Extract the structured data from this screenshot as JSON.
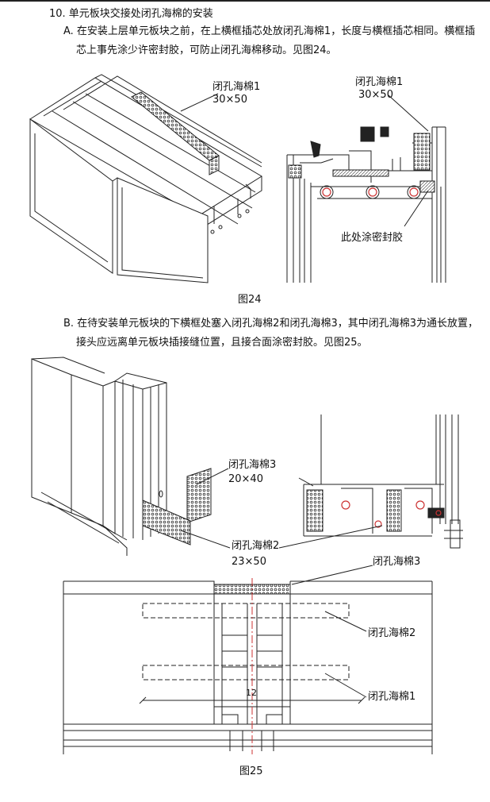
{
  "section": {
    "heading": "10. 单元板块交接处闭孔海棉的安装",
    "stepA": {
      "line1": "A. 在安装上层单元板块之前，在上横框插芯处放闭孔海棉1，长度与横框插芯相同。横框插",
      "line2": "芯上事先涂少许密封胶，可防止闭孔海棉移动。见图24。"
    },
    "stepB": {
      "line1": "B. 在待安装单元板块的下横框处塞入闭孔海棉2和闭孔海棉3，其中闭孔海棉3为通长放置，",
      "line2": "接头应远离单元板块插接缝位置，且接合面涂密封胶。见图25。"
    }
  },
  "fig24": {
    "caption": "图24",
    "left_label": "闭孔海棉1",
    "left_size": "30×50",
    "right_label": "闭孔海棉1",
    "right_size": "30×50",
    "sealant_note": "此处涂密封胶"
  },
  "fig25": {
    "caption": "图25",
    "foam3_label": "闭孔海棉3",
    "foam3_size": "20×40",
    "foam2_label": "闭孔海棉2",
    "foam2_size": "23×50",
    "plan_foam3": "闭孔海棉3",
    "plan_foam2": "闭孔海棉2",
    "plan_foam1": "闭孔海棉1",
    "dimension": "12"
  }
}
